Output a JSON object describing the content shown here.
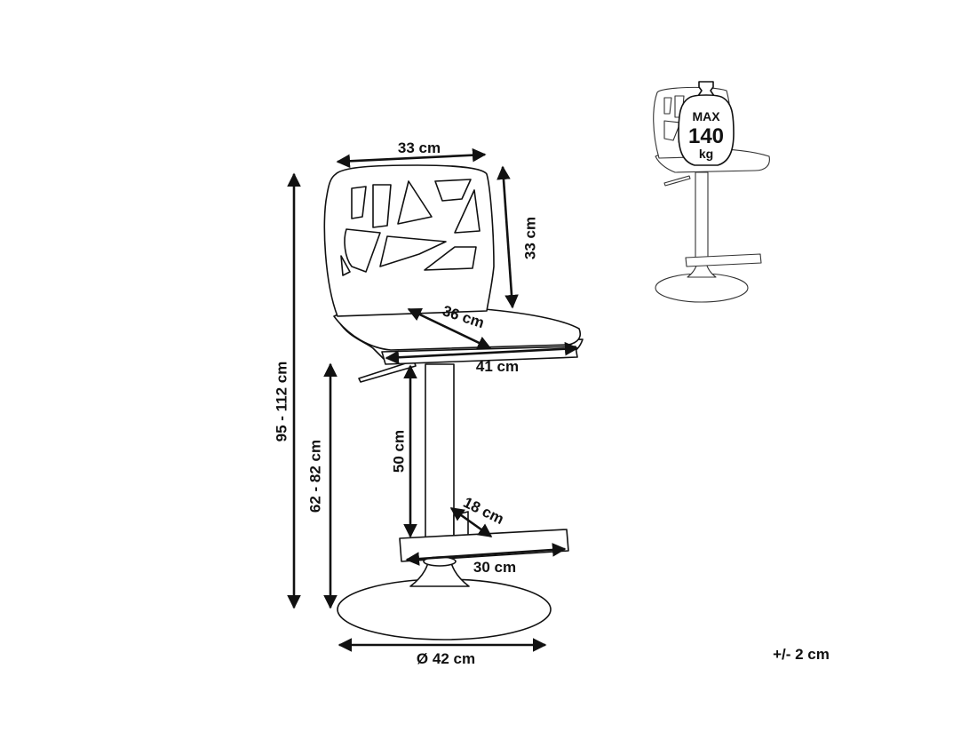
{
  "labels": {
    "back_width": "33 cm",
    "back_height": "33 cm",
    "seat_depth": "36 cm",
    "seat_width": "41 cm",
    "total_height": "95 - 112 cm",
    "seat_height": "62 - 82 cm",
    "column_height": "50 cm",
    "footrest_depth": "18 cm",
    "footrest_width": "30 cm",
    "base_diameter": "Ø 42  cm",
    "tolerance": "+/- 2 cm"
  },
  "max_load": {
    "line1": "MAX",
    "line2": "140",
    "line3": "kg"
  },
  "icons": [
    "chair-drawing",
    "max-load-weight-icon",
    "dimension-arrow"
  ]
}
